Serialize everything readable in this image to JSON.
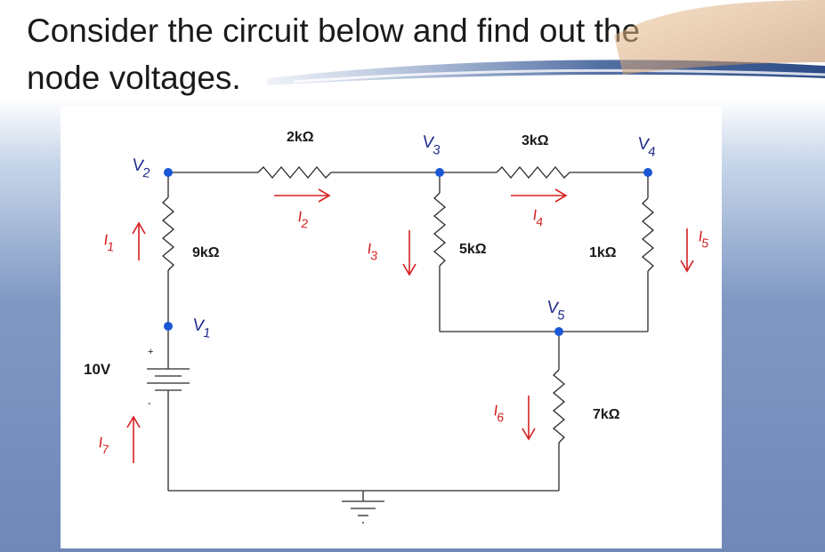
{
  "slide": {
    "title_line1": "Consider the circuit below and find out the",
    "title_line2": "node voltages."
  },
  "circuit": {
    "nodes": {
      "v1": {
        "main": "V",
        "sub": "1"
      },
      "v2": {
        "main": "V",
        "sub": "2"
      },
      "v3": {
        "main": "V",
        "sub": "3"
      },
      "v4": {
        "main": "V",
        "sub": "4"
      },
      "v5": {
        "main": "V",
        "sub": "5"
      }
    },
    "resistors": {
      "r9k": "9kΩ",
      "r2k": "2kΩ",
      "r5k": "5kΩ",
      "r3k": "3kΩ",
      "r1k": "1kΩ",
      "r7k": "7kΩ"
    },
    "currents": {
      "i1": {
        "main": "I",
        "sub": "1"
      },
      "i2": {
        "main": "I",
        "sub": "2"
      },
      "i3": {
        "main": "I",
        "sub": "3"
      },
      "i4": {
        "main": "I",
        "sub": "4"
      },
      "i5": {
        "main": "I",
        "sub": "5"
      },
      "i6": {
        "main": "I",
        "sub": "6"
      },
      "i7": {
        "main": "I",
        "sub": "7"
      }
    },
    "source": {
      "label": "10V",
      "plus": "+",
      "minus": "-"
    },
    "colors": {
      "wire": "#2a2a2a",
      "node": "#1a56d6",
      "current": "#d62020",
      "node_label": "#1f2a8a"
    }
  }
}
